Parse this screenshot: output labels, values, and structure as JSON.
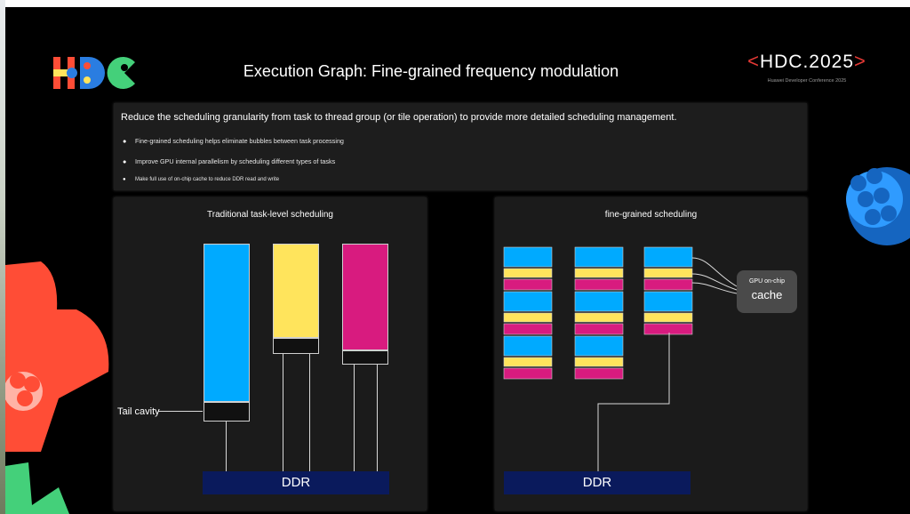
{
  "header": {
    "title": "Execution Graph: Fine-grained frequency modulation",
    "brand": {
      "left_chevron": "<",
      "name": "HDC.2025",
      "right_chevron": ">",
      "subtitle": "Huawei Developer Conference 2025"
    },
    "logo_icon": "hdc-logo-icon"
  },
  "intro": {
    "headline": "Reduce the scheduling granularity from task to thread group (or tile operation) to provide more detailed scheduling management.",
    "bullet_symbol": "●",
    "bullets": [
      "Fine-grained scheduling helps eliminate bubbles between task processing",
      "Improve GPU internal parallelism by scheduling different types of tasks",
      "Make full use of on-chip cache to reduce DDR read and write"
    ]
  },
  "left_diagram": {
    "title": "Traditional task-level scheduling",
    "tail_label": "Tail cavity",
    "ddr_label": "DDR"
  },
  "right_diagram": {
    "title": "fine-grained scheduling",
    "cache_small": "GPU on-chip",
    "cache_big": "cache",
    "ddr_label": "DDR"
  },
  "colors": {
    "background": "#000000",
    "panel": "#1b1b1b",
    "blue": "#00aaff",
    "yellow": "#ffe45c",
    "magenta": "#d81b7f",
    "ddr": "#0a1a5c",
    "cache": "#4a4a4a",
    "brand_accent": "#e53935"
  }
}
